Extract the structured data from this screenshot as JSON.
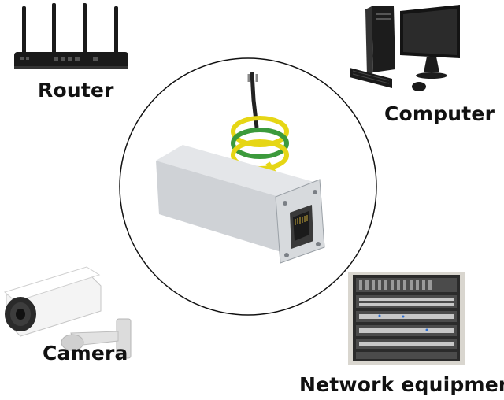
{
  "labels": {
    "router": "Router",
    "computer": "Computer",
    "camera": "Camera",
    "network": "Network equipment"
  },
  "colors": {
    "label_text": "#111111",
    "circle_stroke": "#111111",
    "cable_yellow": "#e6d615",
    "cable_green": "#3c9a3c",
    "device_body": "#cfd2d6"
  },
  "icons": {
    "router": "router-image",
    "computer": "desktop-computer-image",
    "camera": "cctv-camera-image",
    "network": "server-rack-image",
    "center": "ethernet-surge-protector-image"
  }
}
